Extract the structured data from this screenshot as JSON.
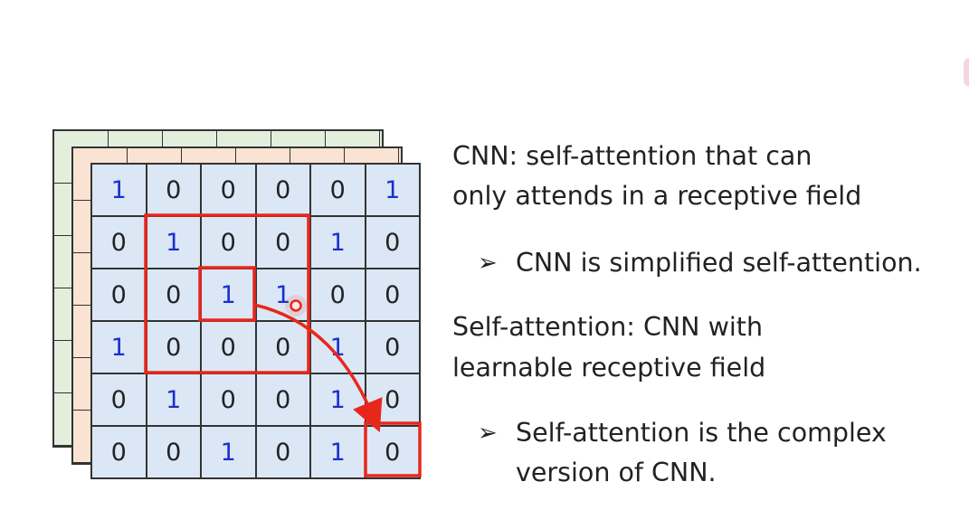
{
  "matrix": {
    "rows": [
      [
        "1",
        "0",
        "0",
        "0",
        "0",
        "1"
      ],
      [
        "0",
        "1",
        "0",
        "0",
        "1",
        "0"
      ],
      [
        "0",
        "0",
        "1",
        "1",
        "0",
        "0"
      ],
      [
        "1",
        "0",
        "0",
        "0",
        "1",
        "0"
      ],
      [
        "0",
        "1",
        "0",
        "0",
        "1",
        "0"
      ],
      [
        "0",
        "0",
        "1",
        "0",
        "1",
        "0"
      ]
    ]
  },
  "colors": {
    "one_digit": "#1a2fd0",
    "zero_digit": "#222222",
    "cell_fill": "#dbe7f5",
    "back_layer": "#e3efdc",
    "mid_layer": "#fbe3d3",
    "highlight": "#e8271c"
  },
  "text": {
    "cnn_line1": "CNN: self-attention that can",
    "cnn_line2": "only attends in a receptive field",
    "bullet1": "CNN is simplified self-attention.",
    "sa_line1": "Self-attention: CNN with",
    "sa_line2": "learnable receptive field",
    "bullet2_line1": "Self-attention is the complex",
    "bullet2_line2": "version of CNN."
  },
  "icons": {
    "bullet": "➢"
  }
}
